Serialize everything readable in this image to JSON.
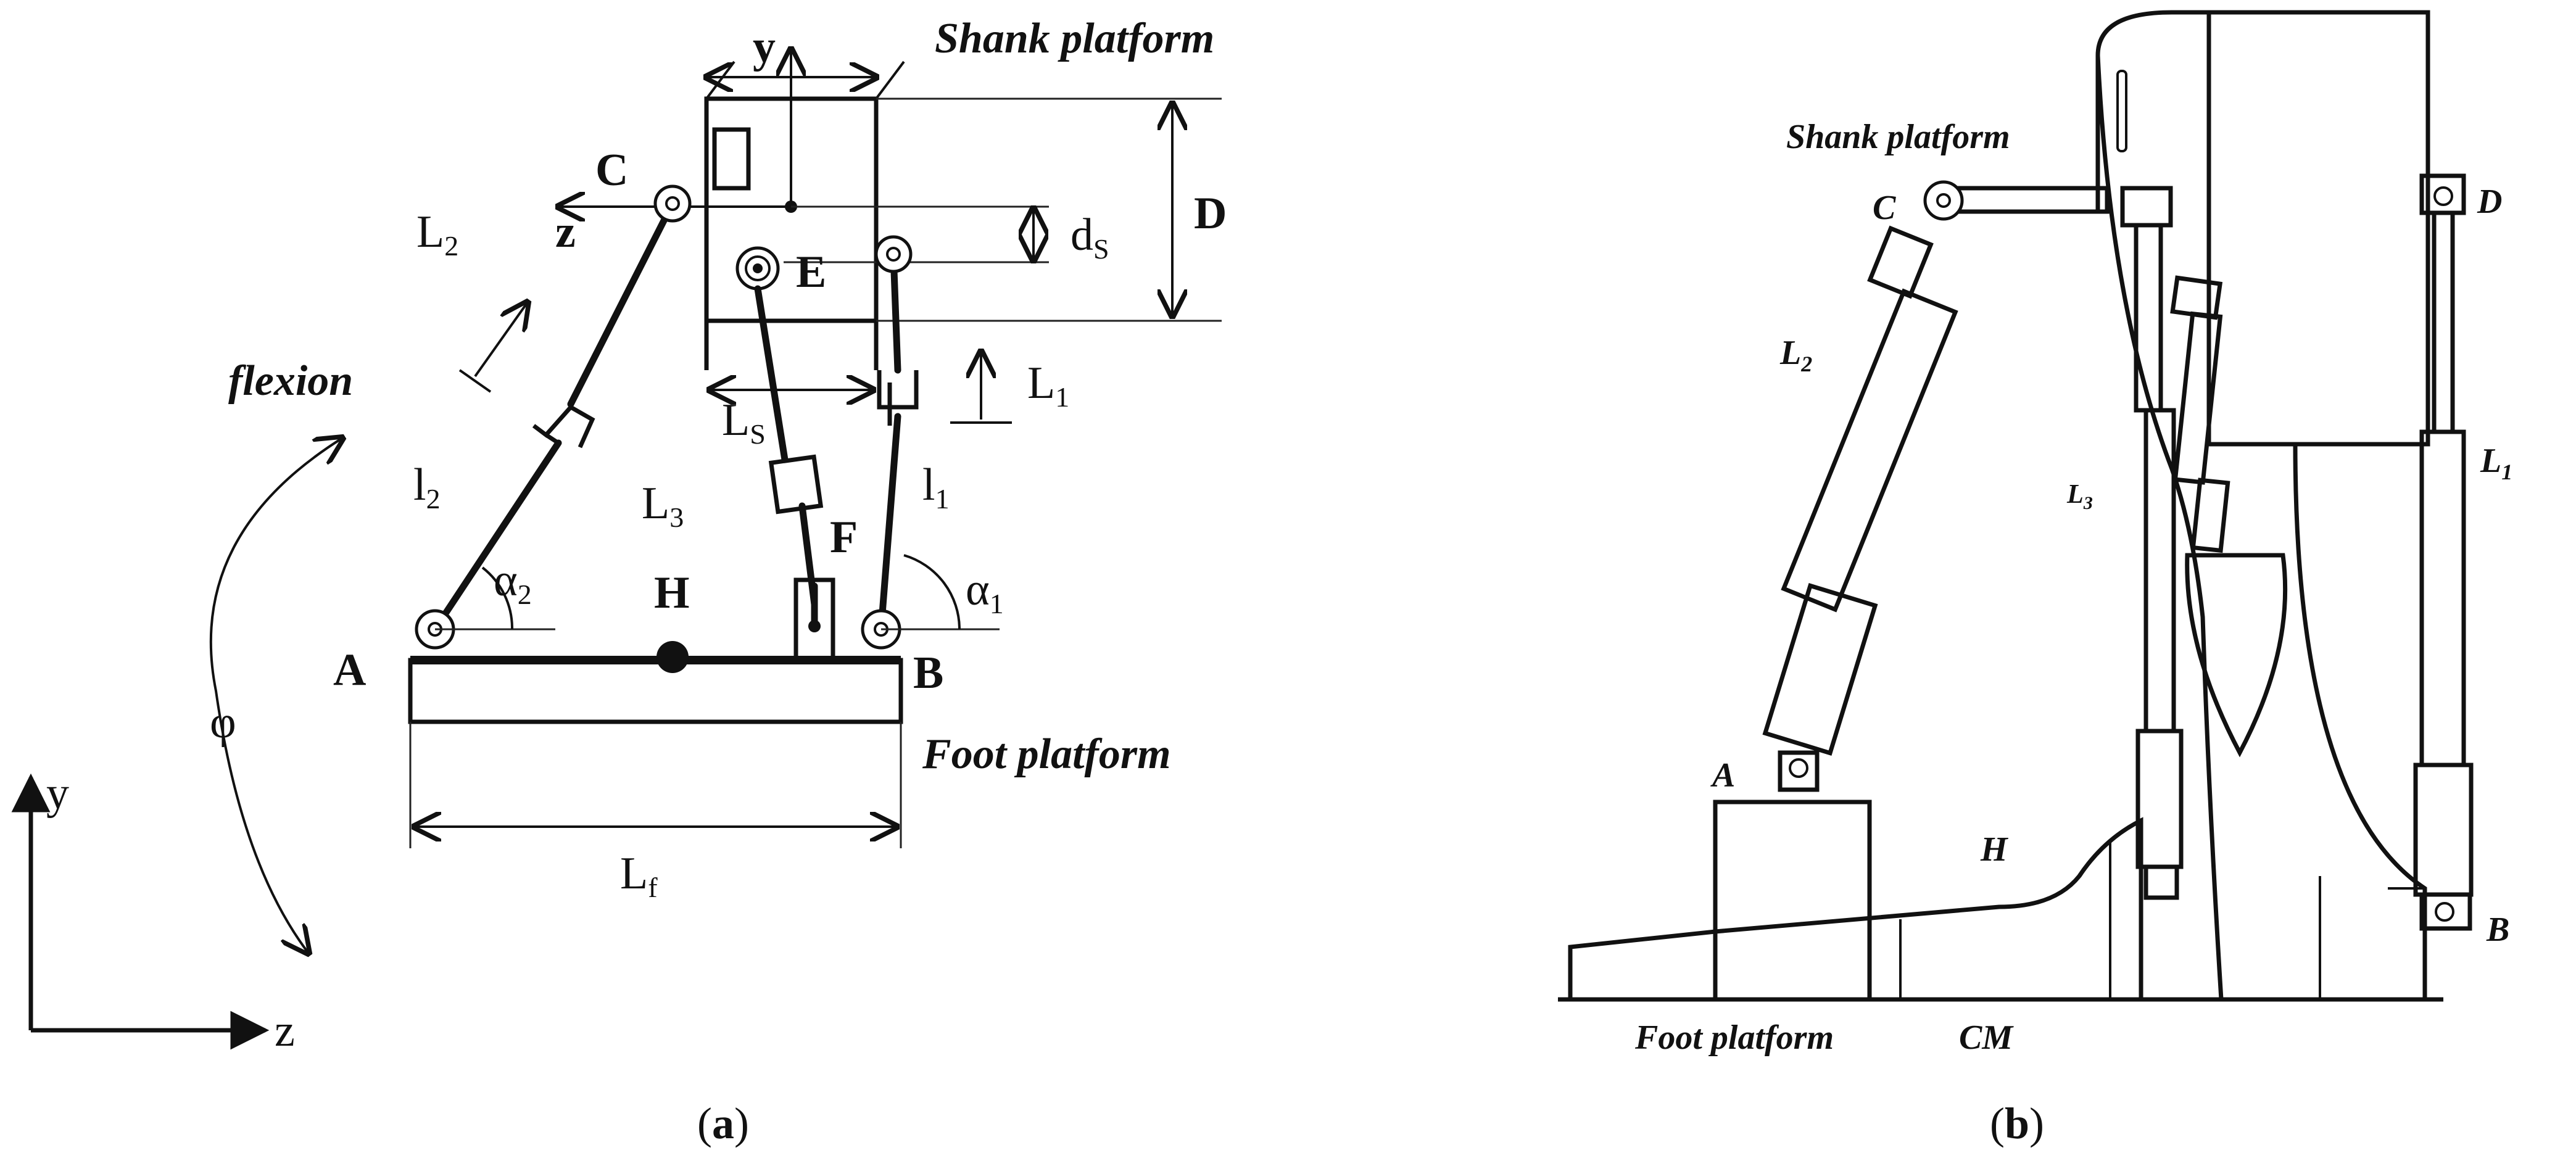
{
  "panel_a": {
    "shank_platform": "Shank platform",
    "foot_platform": "Foot platform",
    "flexion": "flexion",
    "phi": "φ",
    "D": "D",
    "ds": "d",
    "ds_sub": "S",
    "C": "C",
    "E": "E",
    "F": "F",
    "H": "H",
    "A": "A",
    "B": "B",
    "z_top": "z",
    "y_top": "y",
    "L1": "L",
    "L1_sub": "1",
    "L2": "L",
    "L2_sub": "2",
    "L3": "L",
    "L3_sub": "3",
    "LS": "L",
    "LS_sub": "S",
    "Lf": "L",
    "Lf_sub": "f",
    "l1": "l",
    "l1_sub": "1",
    "l2": "l",
    "l2_sub": "2",
    "alpha1": "α",
    "alpha1_sub": "1",
    "alpha2": "α",
    "alpha2_sub": "2",
    "axis_y": "y",
    "axis_z": "z"
  },
  "panel_b": {
    "shank_platform": "Shank platform",
    "foot_platform": "Foot platform",
    "C": "C",
    "D": "D",
    "A": "A",
    "B": "B",
    "H": "H",
    "CM": "CM",
    "L1": "L",
    "L1_sub": "1",
    "L2": "L",
    "L2_sub": "2",
    "L3": "L",
    "L3_sub": "3"
  },
  "captions": {
    "a_open": "(",
    "a_letter": "a",
    "a_close": ")",
    "b_open": "(",
    "b_letter": "b",
    "b_close": ")"
  }
}
